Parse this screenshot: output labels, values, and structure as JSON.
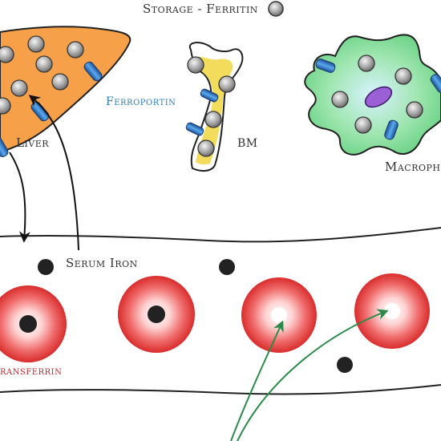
{
  "labels": {
    "storage_ferritin": "Storage - Ferritin",
    "liver": "Liver",
    "ferroportin": "Ferroportin",
    "bm": "BM",
    "macrophage": "Macroph",
    "serum_iron": "Serum Iron",
    "transferrin": "ransferrin"
  },
  "colors": {
    "liver_fill": "#f7a04a",
    "bm_fill": "#f2d84a",
    "macrophage_fill": "#6fd78a",
    "macrophage_nucleus": "#9b5fd6",
    "ferroportin": "#2b6fbd",
    "ferritin": "#9a9a9a",
    "rbc": "#e03a3a",
    "iron": "#222222",
    "arrow_green": "#2a8a4a",
    "ferroportin_text": "#2e7fb8",
    "transferrin_text": "#c0282e"
  }
}
